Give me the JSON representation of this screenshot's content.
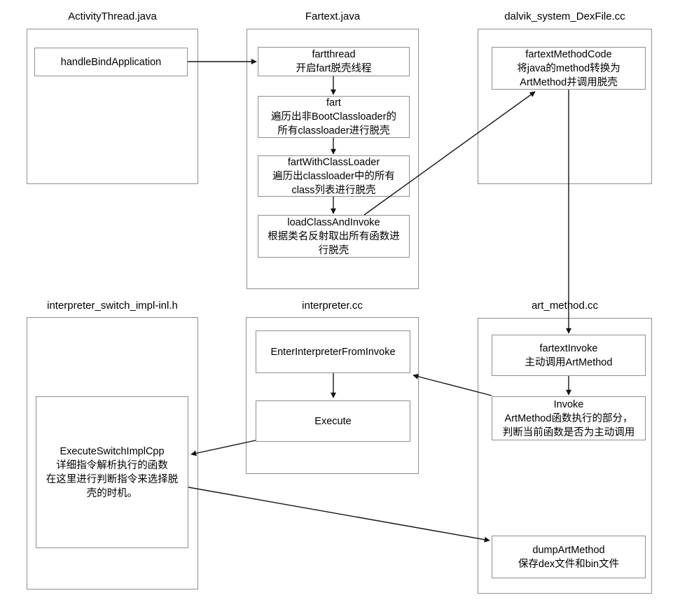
{
  "colors": {
    "background": "#ffffff",
    "container_border": "#8e8e8e",
    "node_border": "#8e8e8e",
    "arrow": "#141414",
    "text": "#000000"
  },
  "groups": [
    {
      "title": "ActivityThread.java"
    },
    {
      "title": "Fartext.java"
    },
    {
      "title": "dalvik_system_DexFile.cc"
    },
    {
      "title": "interpreter_switch_impl-inl.h"
    },
    {
      "title": "interpreter.cc"
    },
    {
      "title": "art_method.cc"
    }
  ],
  "nodes": [
    {
      "id": "handleBindApplication",
      "text": "handleBindApplication"
    },
    {
      "id": "fartthread",
      "text": "fartthread\n开启fart脱壳线程"
    },
    {
      "id": "fart",
      "text": "fart\n遍历出非BootClassloader的\n所有classloader进行脱壳"
    },
    {
      "id": "fartWithClassLoader",
      "text": "fartWithClassLoader\n遍历出classloader中的所有\nclass列表进行脱壳"
    },
    {
      "id": "loadClassAndInvoke",
      "text": "loadClassAndInvoke\n根据类名反射取出所有函数进\n行脱壳"
    },
    {
      "id": "fartextMethodCode",
      "text": "fartextMethodCode\n将java的method转换为\nArtMethod并调用脱壳"
    },
    {
      "id": "ExecuteSwitchImplCpp",
      "text": "ExecuteSwitchImplCpp\n详细指令解析执行的函数\n在这里进行判断指令来选择脱\n壳的时机。"
    },
    {
      "id": "EnterInterpreterFromInvoke",
      "text": "EnterInterpreterFromInvoke"
    },
    {
      "id": "Execute",
      "text": "Execute"
    },
    {
      "id": "fartextInvoke",
      "text": "fartextInvoke\n主动调用ArtMethod"
    },
    {
      "id": "Invoke",
      "text": "Invoke\nArtMethod函数执行的部分，\n判断当前函数是否为主动调用"
    },
    {
      "id": "dumpArtMethod",
      "text": "dumpArtMethod\n保存dex文件和bin文件"
    }
  ],
  "edges": [
    {
      "from": "handleBindApplication",
      "to": "fartthread"
    },
    {
      "from": "fartthread",
      "to": "fart"
    },
    {
      "from": "fart",
      "to": "fartWithClassLoader"
    },
    {
      "from": "fartWithClassLoader",
      "to": "loadClassAndInvoke"
    },
    {
      "from": "loadClassAndInvoke",
      "to": "fartextMethodCode"
    },
    {
      "from": "fartextMethodCode",
      "to": "fartextInvoke"
    },
    {
      "from": "fartextInvoke",
      "to": "Invoke"
    },
    {
      "from": "Invoke",
      "to": "EnterInterpreterFromInvoke"
    },
    {
      "from": "EnterInterpreterFromInvoke",
      "to": "Execute"
    },
    {
      "from": "Execute",
      "to": "ExecuteSwitchImplCpp"
    },
    {
      "from": "ExecuteSwitchImplCpp",
      "to": "dumpArtMethod"
    }
  ]
}
